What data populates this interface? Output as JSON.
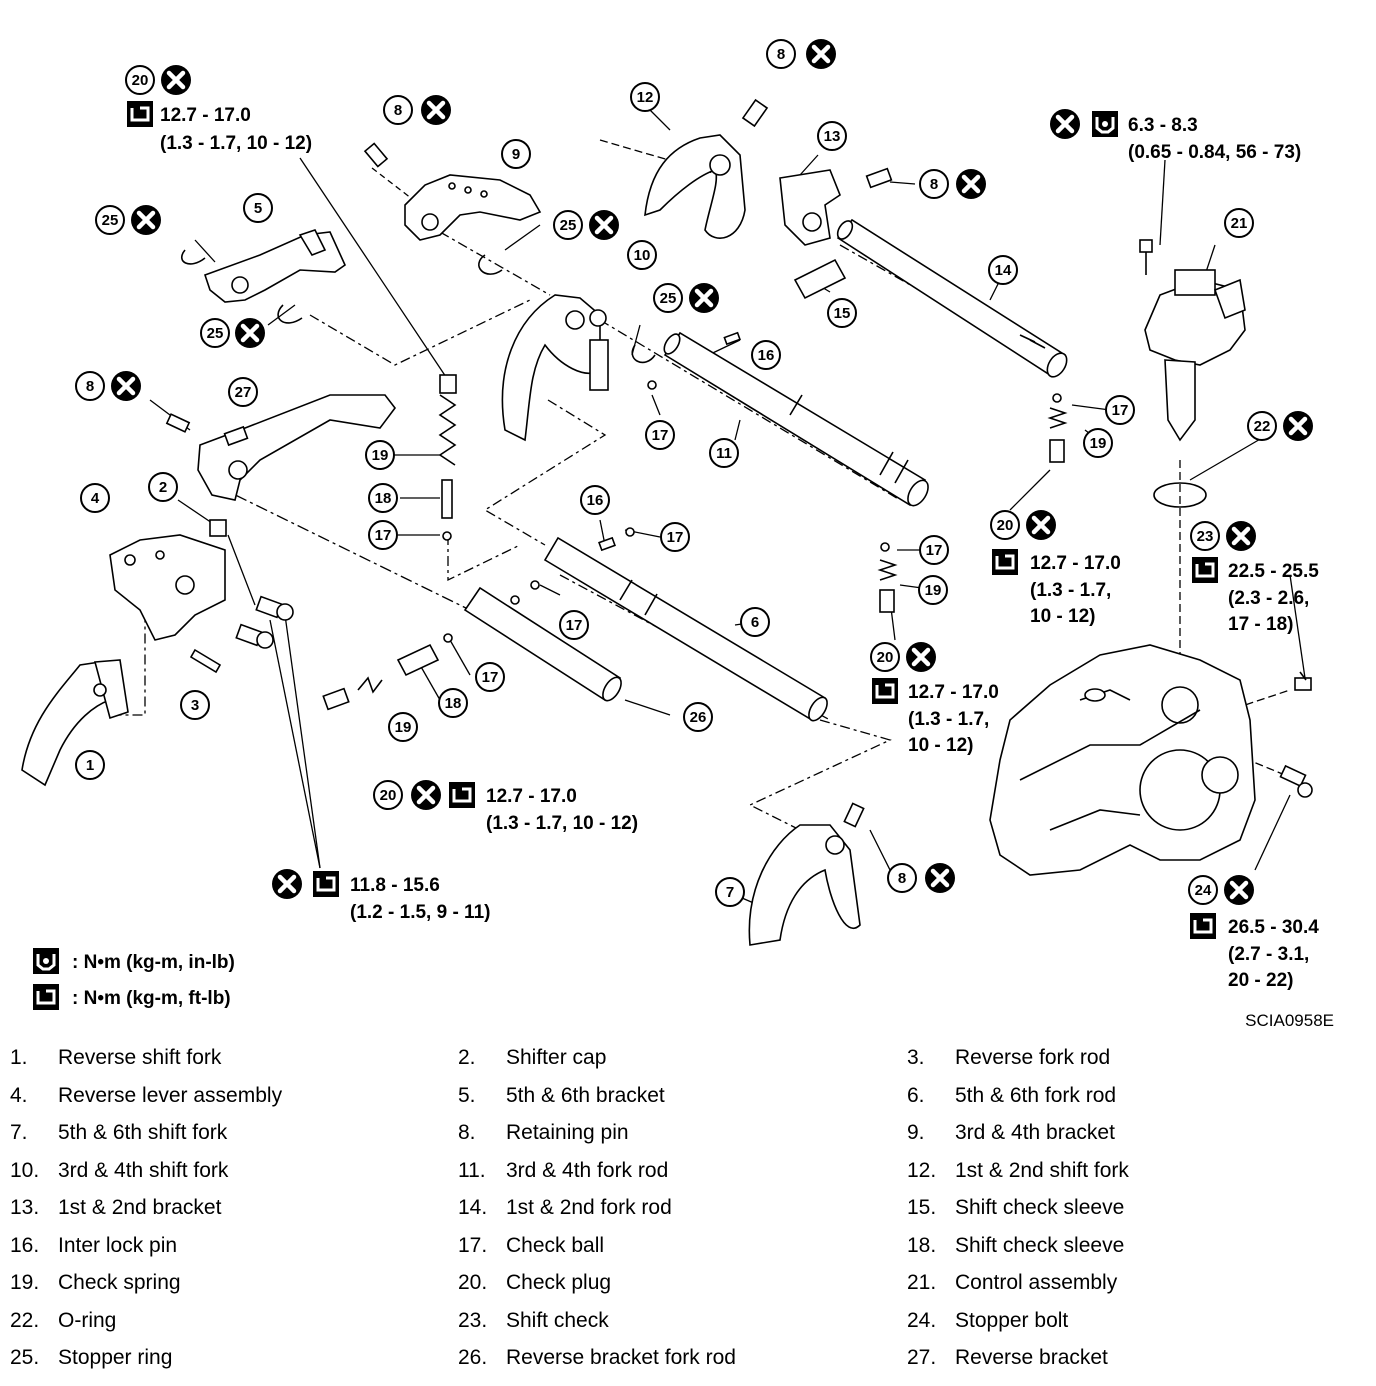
{
  "figure_code": "SCIA0958E",
  "legend": {
    "in_lb": ": N•m (kg-m, in-lb)",
    "ft_lb": ": N•m (kg-m, ft-lb)"
  },
  "torques": {
    "t20_top": {
      "l1": "12.7 - 17.0",
      "l2": "(1.3 - 1.7, 10 - 12)"
    },
    "t21": {
      "l1": "6.3 - 8.3",
      "l2": "(0.65 - 0.84, 56 - 73)"
    },
    "t20_right": {
      "l1": "12.7 - 17.0",
      "l2": "(1.3 - 1.7,",
      "l3": "10 - 12)"
    },
    "t23": {
      "l1": "22.5 - 25.5",
      "l2": "(2.3 - 2.6,",
      "l3": "17 - 18)"
    },
    "t20_mid": {
      "l1": "12.7 - 17.0",
      "l2": "(1.3 - 1.7,",
      "l3": "10 - 12)"
    },
    "t20_bottom": {
      "l1": "12.7 - 17.0",
      "l2": "(1.3 - 1.7, 10 - 12)"
    },
    "t_rev": {
      "l1": "11.8 - 15.6",
      "l2": "(1.2 - 1.5, 9 - 11)"
    },
    "t24": {
      "l1": "26.5 - 30.4",
      "l2": "(2.7 - 3.1,",
      "l3": "20 - 22)"
    }
  },
  "callouts": {
    "c1": "1",
    "c2": "2",
    "c3": "3",
    "c4": "4",
    "c5": "5",
    "c6": "6",
    "c7": "7",
    "c8": "8",
    "c9": "9",
    "c10": "10",
    "c11": "11",
    "c12": "12",
    "c13": "13",
    "c14": "14",
    "c15": "15",
    "c16": "16",
    "c17": "17",
    "c18": "18",
    "c19": "19",
    "c20": "20",
    "c21": "21",
    "c22": "22",
    "c23": "23",
    "c24": "24",
    "c25": "25",
    "c26": "26",
    "c27": "27"
  },
  "parts": [
    {
      "n": "1.",
      "name": "Reverse shift fork"
    },
    {
      "n": "2.",
      "name": "Shifter cap"
    },
    {
      "n": "3.",
      "name": "Reverse fork rod"
    },
    {
      "n": "4.",
      "name": "Reverse lever assembly"
    },
    {
      "n": "5.",
      "name": "5th & 6th bracket"
    },
    {
      "n": "6.",
      "name": "5th & 6th fork rod"
    },
    {
      "n": "7.",
      "name": "5th & 6th shift fork"
    },
    {
      "n": "8.",
      "name": "Retaining pin"
    },
    {
      "n": "9.",
      "name": "3rd & 4th bracket"
    },
    {
      "n": "10.",
      "name": "3rd & 4th shift fork"
    },
    {
      "n": "11.",
      "name": "3rd & 4th fork rod"
    },
    {
      "n": "12.",
      "name": "1st & 2nd shift fork"
    },
    {
      "n": "13.",
      "name": "1st & 2nd bracket"
    },
    {
      "n": "14.",
      "name": "1st & 2nd fork rod"
    },
    {
      "n": "15.",
      "name": "Shift check sleeve"
    },
    {
      "n": "16.",
      "name": "Inter lock pin"
    },
    {
      "n": "17.",
      "name": "Check ball"
    },
    {
      "n": "18.",
      "name": "Shift check sleeve"
    },
    {
      "n": "19.",
      "name": "Check spring"
    },
    {
      "n": "20.",
      "name": "Check plug"
    },
    {
      "n": "21.",
      "name": "Control assembly"
    },
    {
      "n": "22.",
      "name": "O-ring"
    },
    {
      "n": "23.",
      "name": "Shift check"
    },
    {
      "n": "24.",
      "name": "Stopper bolt"
    },
    {
      "n": "25.",
      "name": "Stopper ring"
    },
    {
      "n": "26.",
      "name": "Reverse bracket fork rod"
    },
    {
      "n": "27.",
      "name": "Reverse bracket"
    }
  ]
}
